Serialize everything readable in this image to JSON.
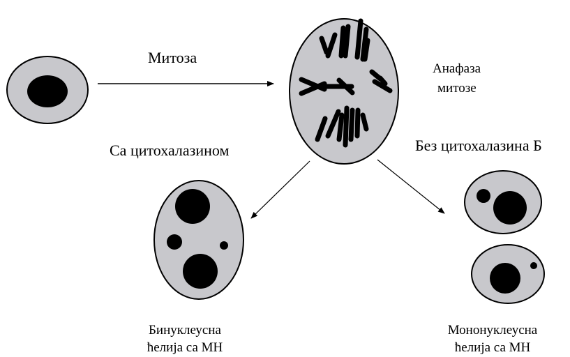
{
  "labels": {
    "mitosis": "Митоза",
    "anaphase_line1": "Анафаза",
    "anaphase_line2": "митозе",
    "with_cytochalasin": "Са цитохалазином",
    "without_cytochalasin": "Без цитохалазина Б",
    "binucleated_line1": "Бинуклеусна",
    "binucleated_line2": "ћелија са МН",
    "mononucleated_line1": "Мононуклеусна",
    "mononucleated_line2": "ћелија са МН"
  },
  "colors": {
    "cytoplasm": "#c8c8cc",
    "nucleus": "#000000",
    "outline": "#000000",
    "background": "#ffffff"
  }
}
